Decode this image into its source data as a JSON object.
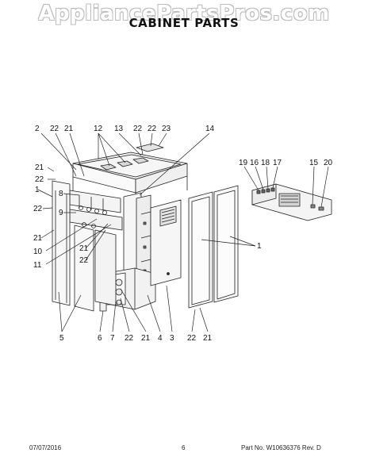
{
  "watermark": "AppliancePartsPros.com",
  "title": "CABINET PARTS",
  "callouts": {
    "top_row": [
      "2",
      "22",
      "21",
      "12",
      "13",
      "22",
      "22",
      "23",
      "14"
    ],
    "left_col": [
      "21",
      "22",
      "1",
      "22",
      "21",
      "8",
      "9",
      "10",
      "11",
      "21",
      "22"
    ],
    "bottom_row": [
      "5",
      "6",
      "7",
      "22",
      "21",
      "4",
      "3",
      "22",
      "21"
    ],
    "right_group": [
      "19",
      "16",
      "18",
      "17",
      "15",
      "20",
      "1"
    ]
  },
  "footer": {
    "date": "07/07/2016",
    "page": "6",
    "part_number": "Part No. W10636376  Rev. D"
  }
}
